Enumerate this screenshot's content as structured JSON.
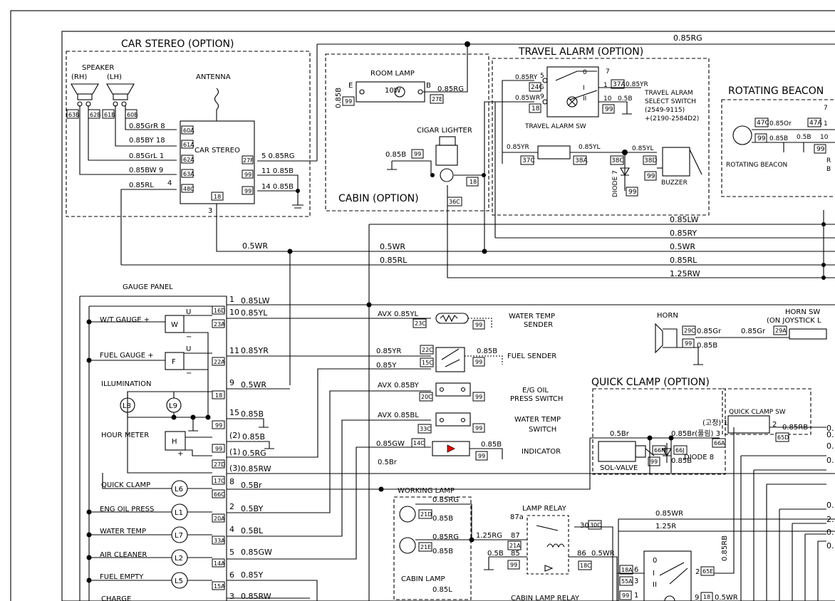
{
  "sections": {
    "car_stereo": "CAR STEREO (OPTION)",
    "travel_alarm": "TRAVEL ALARM (OPTION)",
    "rotating_beacon": "ROTATING BEACON",
    "cabin": "CABIN (OPTION)",
    "gauge_panel": "GAUGE PANEL",
    "quick_clamp": "QUICK CLAMP (OPTION)"
  },
  "stereo": {
    "speaker": "SPEAKER",
    "rh": "(RH)",
    "lh": "(LH)",
    "antenna": "ANTENNA",
    "unit": "CAR STEREO",
    "conn": [
      "63B",
      "62B",
      "61B",
      "60B"
    ],
    "wires": [
      "0.85GrR 8",
      "0.85BY 18",
      "0.85GrL 1",
      "0.85BW 9",
      "0.85RL"
    ],
    "pins": [
      "60A",
      "61A",
      "62A",
      "63A",
      "48C"
    ],
    "pin4": "4",
    "pin3": "3",
    "c18": "18",
    "right": [
      "27F",
      "99",
      "99"
    ],
    "rightw": [
      "5  0.85RG",
      "11 0.85B",
      "14 0.85B"
    ]
  },
  "room_lamp": {
    "label": "ROOM LAMP",
    "e": "E",
    "b": "B",
    "w": "10W",
    "b085": "0.85B",
    "c99": "99",
    "rg": "0.85RG",
    "c27e": "27E"
  },
  "cigar": {
    "label": "CIGAR LIGHTER",
    "w": "0.85B",
    "c99": "99",
    "c18": "18",
    "c36c": "36C"
  },
  "alarm": {
    "w1": "0.85RY",
    "w2": "0.85WR",
    "n5": "5",
    "n9": "9",
    "c24g": "24G",
    "c18": "18",
    "n0": "0",
    "n7": "7",
    "n1": "1",
    "nI": "I",
    "nII": "II",
    "n10": "10",
    "c37a": "37A",
    "yr": "0.85YR",
    "b05": "0.5B",
    "c99": "99",
    "sw_title": "TRAVEL ALRAM",
    "sw2": "SELECT SWITCH",
    "sw3": "(2549-9115)",
    "sw4": "+(2190-2584D2)",
    "sw_label": "TRAVEL ALARM SW",
    "yr2": "0.85YR",
    "yl": "0.85YL",
    "c37c": "37C",
    "c38a": "38A",
    "yl2": "0.85YL",
    "c38c": "38C",
    "c38d": "38D",
    "c99b": "99",
    "diode": "DIODE 7",
    "buzzer": "BUZZER"
  },
  "beacon": {
    "c47c": "47C",
    "or": "0.85Or",
    "c47a": "47A",
    "n1": "1",
    "n7": "7",
    "n10": "10",
    "c99": "99",
    "b": "0.85B",
    "b05": "0.5B",
    "c99b": "99",
    "label": "ROTATING BEACON",
    "r": "R",
    "bl": "B"
  },
  "bus": {
    "rg": "0.85RG",
    "wr1": "0.5WR",
    "wr2": "0.5WR",
    "rl": "0.85RL",
    "lw": "0.85LW",
    "ry": "0.85RY",
    "wr3": "0.5WR",
    "rl2": "0.85RL",
    "rw": "1.25RW"
  },
  "gauges": {
    "wt": "W/T GAUGE +",
    "fuel": "FUEL GAUGE +",
    "w": "W",
    "f": "F",
    "u": "U",
    "minus": "−",
    "illum": "ILLUMINATION",
    "l8": "L8",
    "l9": "L9",
    "hour": "HOUR METER",
    "h": "H",
    "plus": "+",
    "qc": "QUICK CLAMP",
    "l6": "L6",
    "eng": "ENG OIL PRESS",
    "l1": "L1",
    "wtemp": "WATER TEMP",
    "l7": "L7",
    "air": "AIR CLEANER",
    "l2": "L2",
    "fe": "FUEL EMPTY",
    "l5": "L5",
    "charge": "CHARGE"
  },
  "gp_pins": [
    {
      "c": "16D",
      "n": "1",
      "w": "0.85LW"
    },
    {
      "c": "23A",
      "n": "10",
      "w": "0.85YL"
    },
    {
      "c": "22A",
      "n": "11",
      "w": "0.85YR"
    },
    {
      "c": "18",
      "n": "9",
      "w": "0.5WR"
    },
    {
      "c": "99",
      "n": "15",
      "w": "0.85B"
    },
    {
      "c": "99",
      "n": "(2)",
      "w": "0.85B"
    },
    {
      "c": "27D",
      "n": "(1)",
      "w": "0.5RG"
    },
    {
      "c": "17C",
      "n": "(3)",
      "w": "0.85RW"
    },
    {
      "c": "66C",
      "n": "8",
      "w": "0.5Br"
    },
    {
      "c": "20A",
      "n": "2",
      "w": "0.5BY"
    },
    {
      "c": "33A",
      "n": "4",
      "w": "0.5BL"
    },
    {
      "c": "14A",
      "n": "5",
      "w": "0.85GW"
    },
    {
      "c": "15A",
      "n": "6",
      "w": "0.85Y"
    },
    {
      "c": "",
      "n": "3",
      "w": "0.85RW"
    }
  ],
  "senders": {
    "avx1": "AVX 0.85YL",
    "c23c": "23C",
    "c99": "99",
    "wts": "WATER TEMP",
    "wts2": "SENDER",
    "yr": "0.85YR",
    "c22c": "22C",
    "y": "0.85Y",
    "c15c": "15C",
    "fb": "0.85B",
    "fs": "FUEL SENDER",
    "avx2": "AVX 0.85BY",
    "c20c": "20C",
    "eg1": "E/G OIL",
    "eg2": "PRESS SWITCH",
    "avx3": "AVX 0.85BL",
    "c33c": "33C",
    "ws1": "WATER TEMP",
    "ws2": "SWITCH",
    "gw": "0.85GW",
    "c14c": "14C",
    "ind_b": "0.85B",
    "ind": "INDICATOR",
    "br": "0.5Br"
  },
  "horn": {
    "label": "HORN",
    "sw": "HORN SW",
    "on": "(ON JOYSTICK L",
    "c29c": "29C",
    "gr": "0.85Gr",
    "gr2": "0.85Gr",
    "c29a": "29A",
    "c99": "99",
    "b": "0.85B"
  },
  "qclamp": {
    "br": "0.5Br",
    "br2": "0.85Br(풀림) 3",
    "lock": "(고정) 1",
    "sw": "QUICK CLAMP SW",
    "n2": "2",
    "rb": "0.85RB",
    "c65d": "65D",
    "c66a": "66A",
    "c66h": "66H",
    "c66j": "66J",
    "sol": "SOL-VALVE",
    "diode": "DIODE 8",
    "c99": "99",
    "b": "0.85B"
  },
  "lamps": {
    "wl": "WORKING LAMP",
    "rg1": "0.85RG",
    "c21d": "21D",
    "b1": "0.85B",
    "rg2": "0.85RG",
    "c21e": "21E",
    "b2": "0.85B",
    "rg125": "1.25RG",
    "relay": "LAMP RELAY",
    "n87a": "87a",
    "n87": "87",
    "n30": "30",
    "c30c": "30C",
    "c21a": "21A",
    "b05": "0.5B",
    "n85": "85",
    "c99": "99",
    "n86": "86",
    "wr": "0.5WR",
    "c18c": "18C",
    "cabin": "CABIN LAMP",
    "l": "0.85L",
    "cabin_relay": "CABIN LAMP RELAY",
    "wr85": "0.85WR",
    "r125": "1.25R",
    "rb": "0.85RB",
    "c18a": "18A",
    "n6": "6",
    "c55a": "55A",
    "n3": "3",
    "c99b": "99",
    "n1": "1",
    "s0": "0",
    "sI": "I",
    "sII": "II",
    "n2": "2",
    "c65e": "65E",
    "n9": "9",
    "c18": "18",
    "wr2": "0.5WR"
  },
  "right_edge": [
    "0.",
    "0.",
    "0.",
    "0.",
    "0.",
    "2.",
    "0.",
    "0."
  ]
}
